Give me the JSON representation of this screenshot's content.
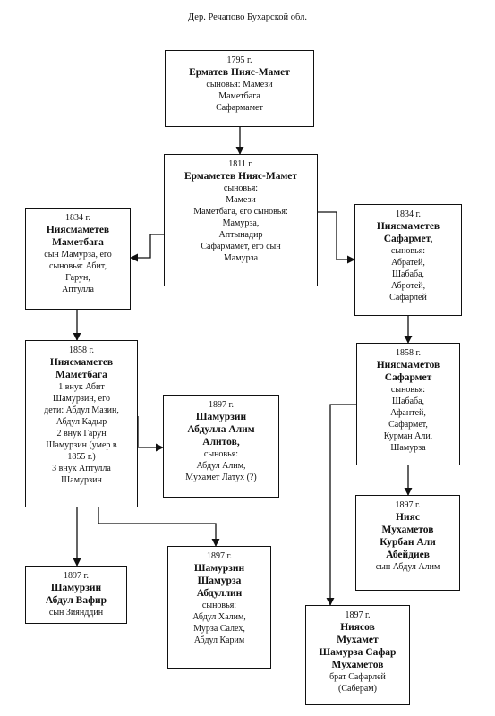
{
  "page_title": "Дер. Речапово Бухарской  обл.",
  "boxes": {
    "b1795": {
      "year": "1795 г.",
      "name": [
        "Ерматев Нияс-Мамет"
      ],
      "lines": [
        "сыновья: Мамези",
        "Маметбага",
        "Сафармамет"
      ]
    },
    "b1811": {
      "year": "1811 г.",
      "name": [
        "Ермаметев Нияс-Мамет"
      ],
      "lines": [
        "сыновья:",
        "Мамези",
        "Маметбага, его сыновья:",
        "Мамурза,",
        "Аптынадир",
        "Сафармамет, его сын",
        "Мамурза"
      ]
    },
    "b1834l": {
      "year": "1834 г.",
      "name": [
        "Ниясмаметев",
        "Маметбага"
      ],
      "lines": [
        "сын Мамурза, его",
        "сыновья: Абит,",
        "Гарун,",
        "Аптулла"
      ]
    },
    "b1834r": {
      "year": "1834 г.",
      "name": [
        "Ниясмаметев",
        "Сафармет,"
      ],
      "lines": [
        "сыновья:",
        "Абратей,",
        "Шабаба,",
        "Абротей,",
        "Сафарлей"
      ]
    },
    "b1858l": {
      "year": "1858 г.",
      "name": [
        "Ниясмаметев",
        "Маметбага"
      ],
      "lines": [
        "1 внук Абит",
        "Шамурзин, его",
        "дети: Абдул Мазин,",
        "Абдул Кадыр",
        "2 внук Гарун",
        "Шамурзин (умер в",
        "1855 г.)",
        "3 внук Аптулла",
        "Шамурзин"
      ]
    },
    "b1858r": {
      "year": "1858 г.",
      "name": [
        "Ниясмаметов",
        "Сафармет"
      ],
      "lines": [
        "сыновья:",
        "Шабаба,",
        "Афантей,",
        "Сафармет,",
        "Курман Али,",
        "Шамурза"
      ]
    },
    "b1897a": {
      "year": "1897 г.",
      "name": [
        "Шамурзин",
        "Абдулла Алим",
        "Алитов,"
      ],
      "lines": [
        "сыновья:",
        "Абдул Алим,",
        "Мухамет Латух (?)"
      ]
    },
    "b1897b": {
      "year": "1897 г.",
      "name": [
        "Нияс",
        "Мухаметов",
        "Курбан Али",
        "Абейдиев"
      ],
      "lines": [
        "сын Абдул Алим"
      ]
    },
    "b1897c": {
      "year": "1897 г.",
      "name": [
        "Шамурзин",
        "Абдул Вафир"
      ],
      "lines": [
        "сын Зиянддин"
      ]
    },
    "b1897d": {
      "year": "1897 г.",
      "name": [
        "Шамурзин",
        "Шамурза",
        "Абдуллин"
      ],
      "lines": [
        "сыновья:",
        "Абдул Халим,",
        "Мурза Салех,",
        "Абдул Карим"
      ]
    },
    "b1897e": {
      "year": "1897 г.",
      "name": [
        "Ниясов",
        "Мухамет",
        "Шамурза Сафар",
        "Мухаметов"
      ],
      "lines": [
        "брат Сафарлей",
        "(Саберам)"
      ]
    }
  }
}
